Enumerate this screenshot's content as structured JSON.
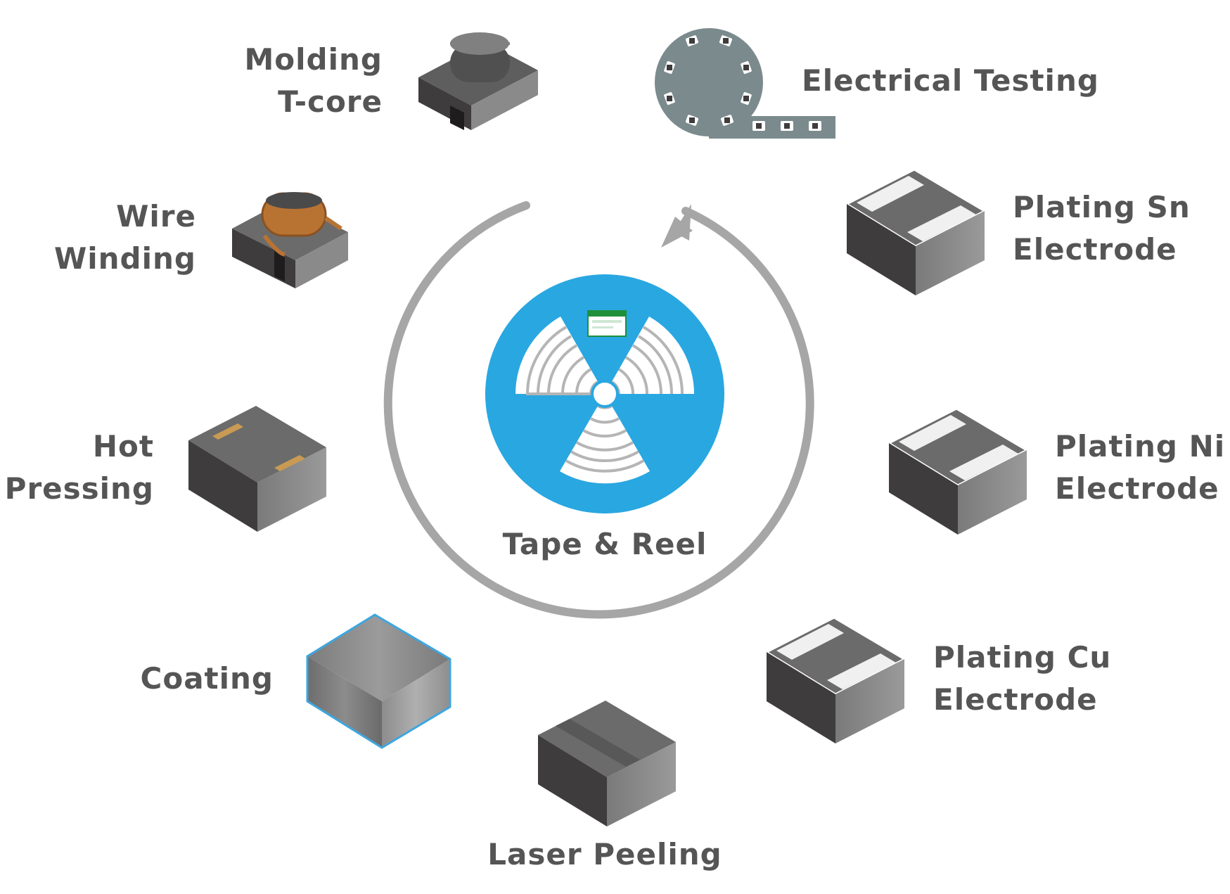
{
  "center": {
    "label": "Tape & Reel"
  },
  "steps": {
    "molding": {
      "line1": "Molding",
      "line2": "T-core"
    },
    "electrical_testing": {
      "line1": "Electrical Testing"
    },
    "plating_sn": {
      "line1": "Plating Sn",
      "line2": "Electrode"
    },
    "plating_ni": {
      "line1": "Plating Ni",
      "line2": "Electrode"
    },
    "plating_cu": {
      "line1": "Plating Cu",
      "line2": "Electrode"
    },
    "laser_peeling": {
      "line1": "Laser Peeling"
    },
    "coating": {
      "line1": "Coating"
    },
    "hot_pressing": {
      "line1": "Hot",
      "line2": "Pressing"
    },
    "wire_winding": {
      "line1": "Wire",
      "line2": "Winding"
    }
  },
  "colors": {
    "text": "#555555",
    "reel_blue": "#29a7e1",
    "cycle_arrow": "#a6a6a6",
    "component_top": "#6b6b6b",
    "component_front": "#3f3c3d",
    "component_side": "#8a8a8a",
    "electrode_light": "#f0f0f0",
    "copper_wire": "#b87333",
    "tape_gray": "#7b8a8d",
    "coating_outline": "#3ea6df"
  }
}
